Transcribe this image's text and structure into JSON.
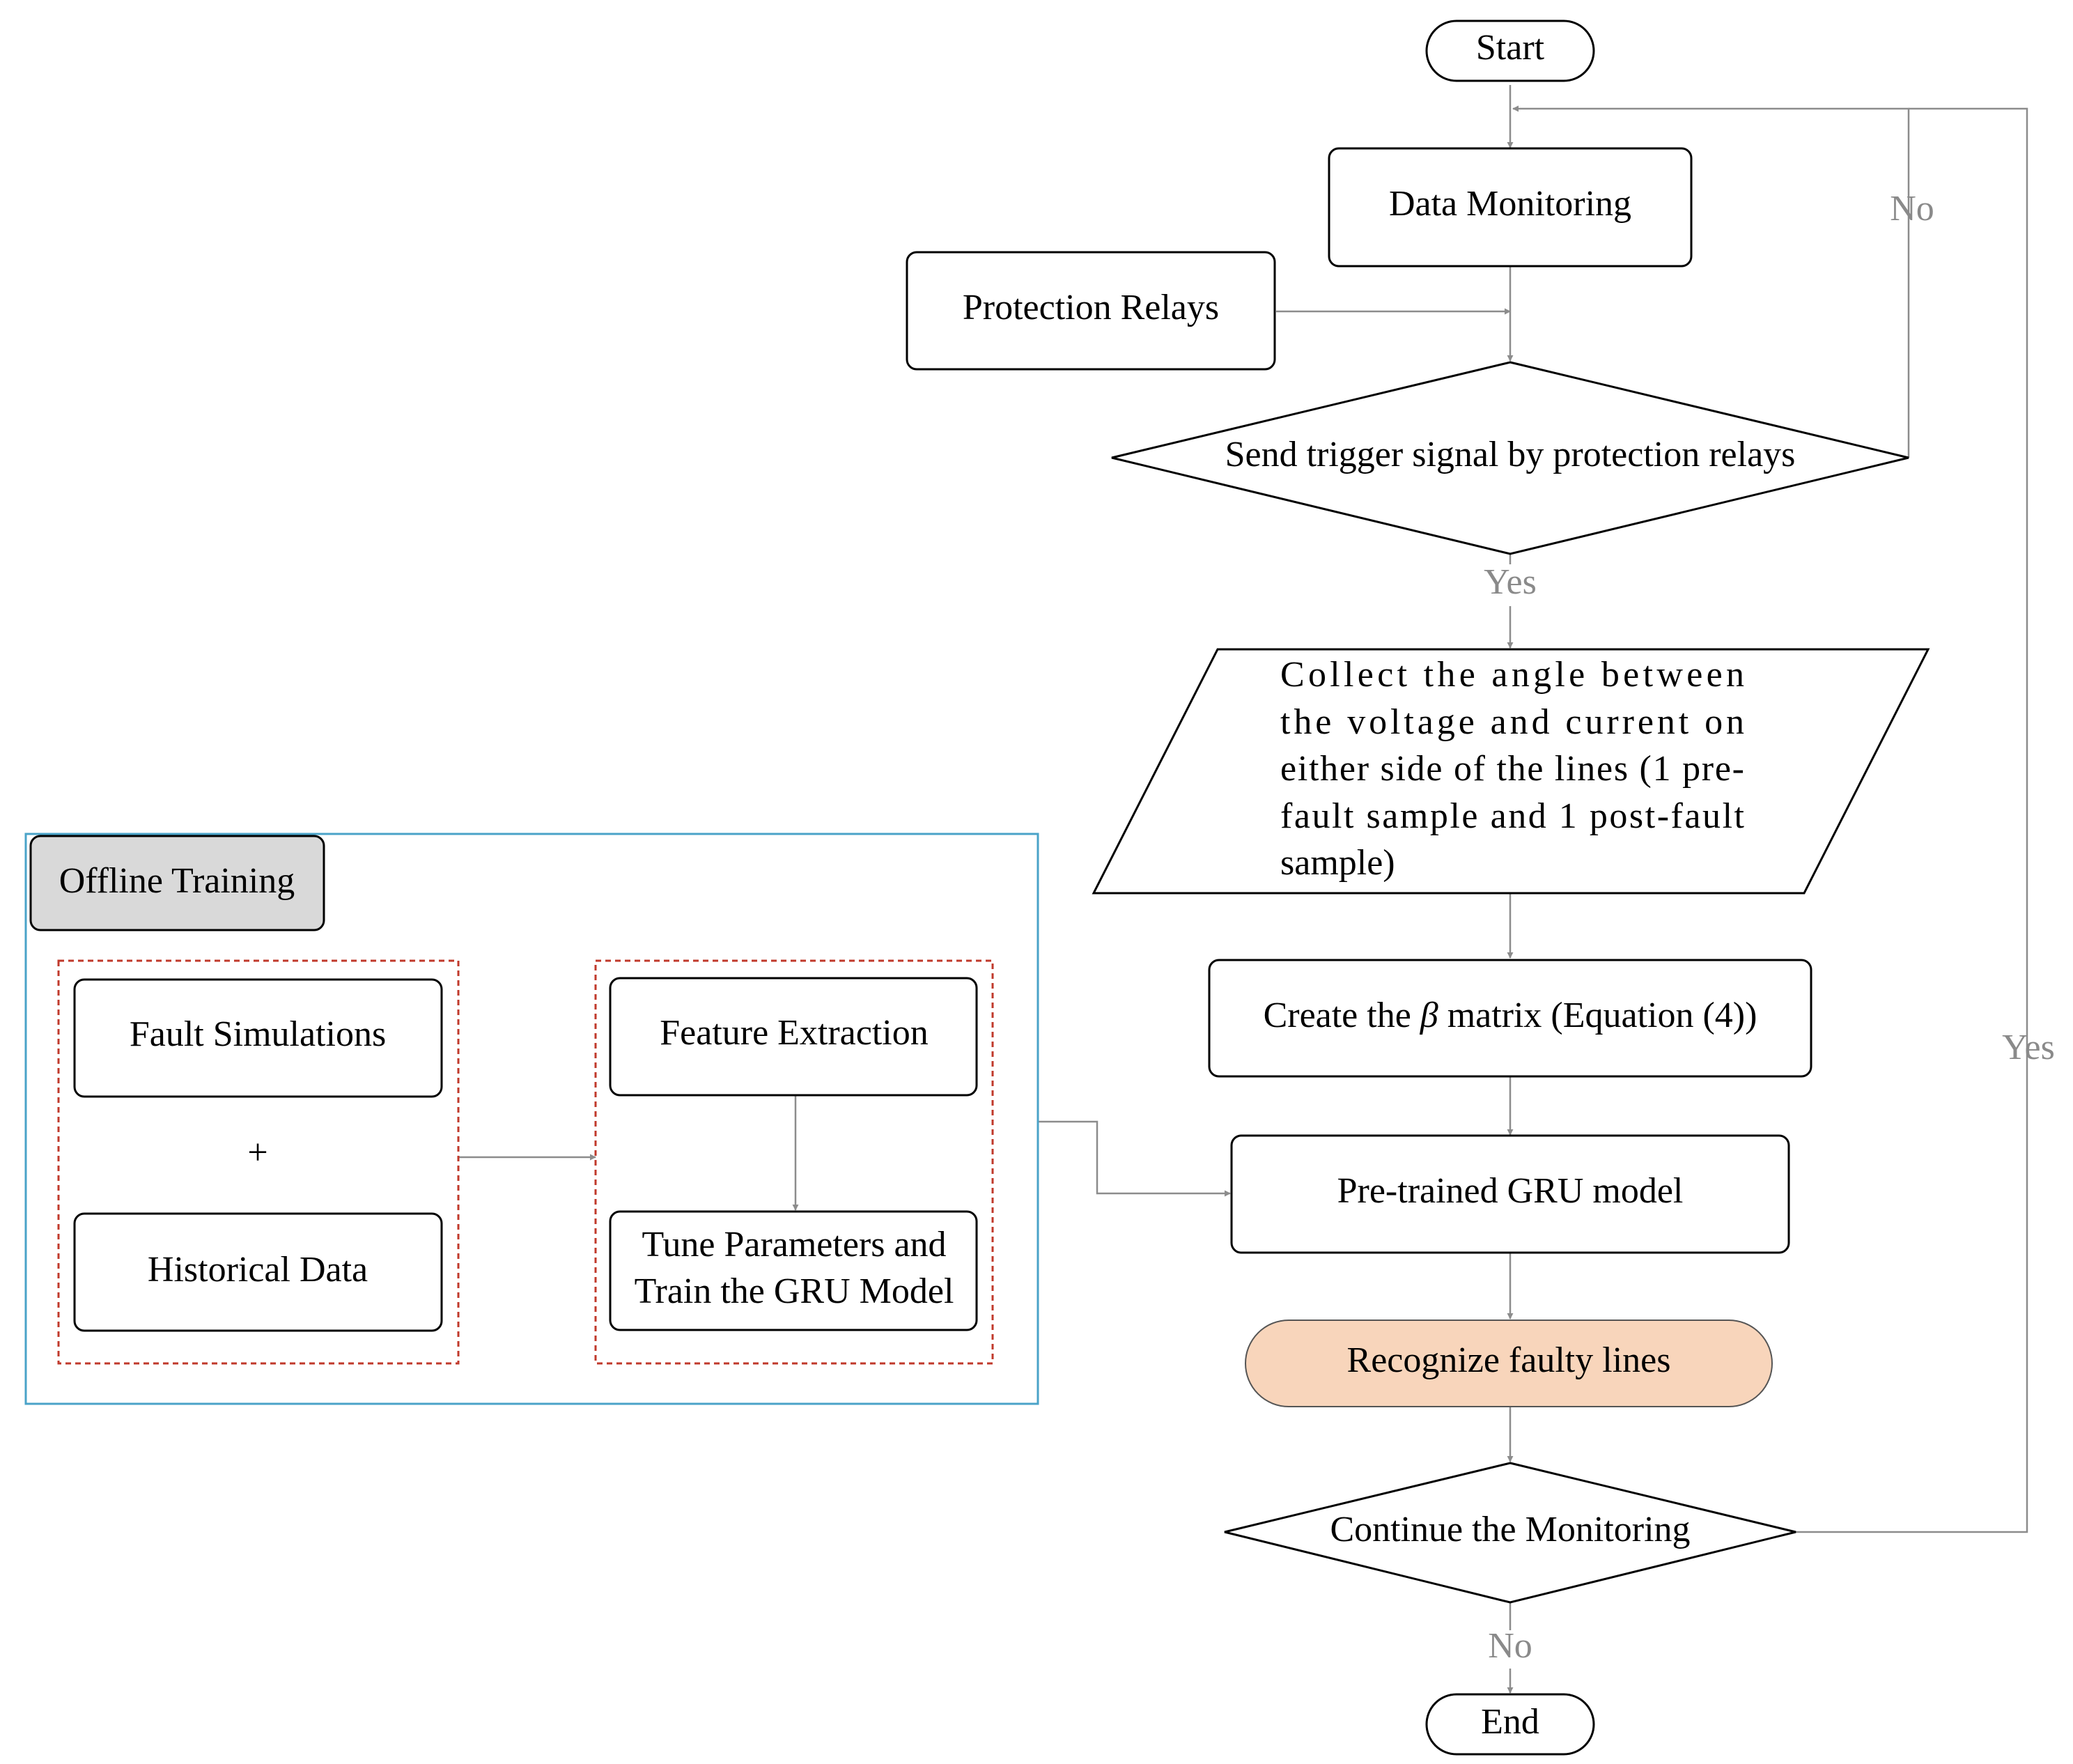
{
  "flow": {
    "start": "Start",
    "data_monitoring": "Data Monitoring",
    "protection_relays": "Protection Relays",
    "trigger_decision": "Send trigger signal by protection relays",
    "collect_lines": [
      "Collect the angle between",
      "the voltage and current on",
      "either side of the lines (1 pre-",
      "fault sample and 1 post-fault",
      "sample)"
    ],
    "beta_matrix": {
      "prefix": "Create the ",
      "symbol": "β",
      "suffix": " matrix (Equation (4))"
    },
    "pretrained": "Pre-trained GRU model",
    "recognize": "Recognize faulty lines",
    "continue_decision": "Continue the Monitoring",
    "end": "End"
  },
  "labels": {
    "no_top": "No",
    "yes_mid": "Yes",
    "yes_right": "Yes",
    "no_bottom": "No"
  },
  "offline": {
    "title": "Offline Training",
    "fault_simulations": "Fault Simulations",
    "plus": "+",
    "historical_data": "Historical Data",
    "feature_extraction": "Feature Extraction",
    "tune_lines": [
      "Tune Parameters and",
      "Train the GRU Model"
    ]
  },
  "colors": {
    "connector": "#8c8c8c",
    "frame": "#4aa3c8",
    "dashed_group": "#c0392b",
    "recognize_fill": "#f8d5bb",
    "title_fill": "#d9d9d9"
  }
}
